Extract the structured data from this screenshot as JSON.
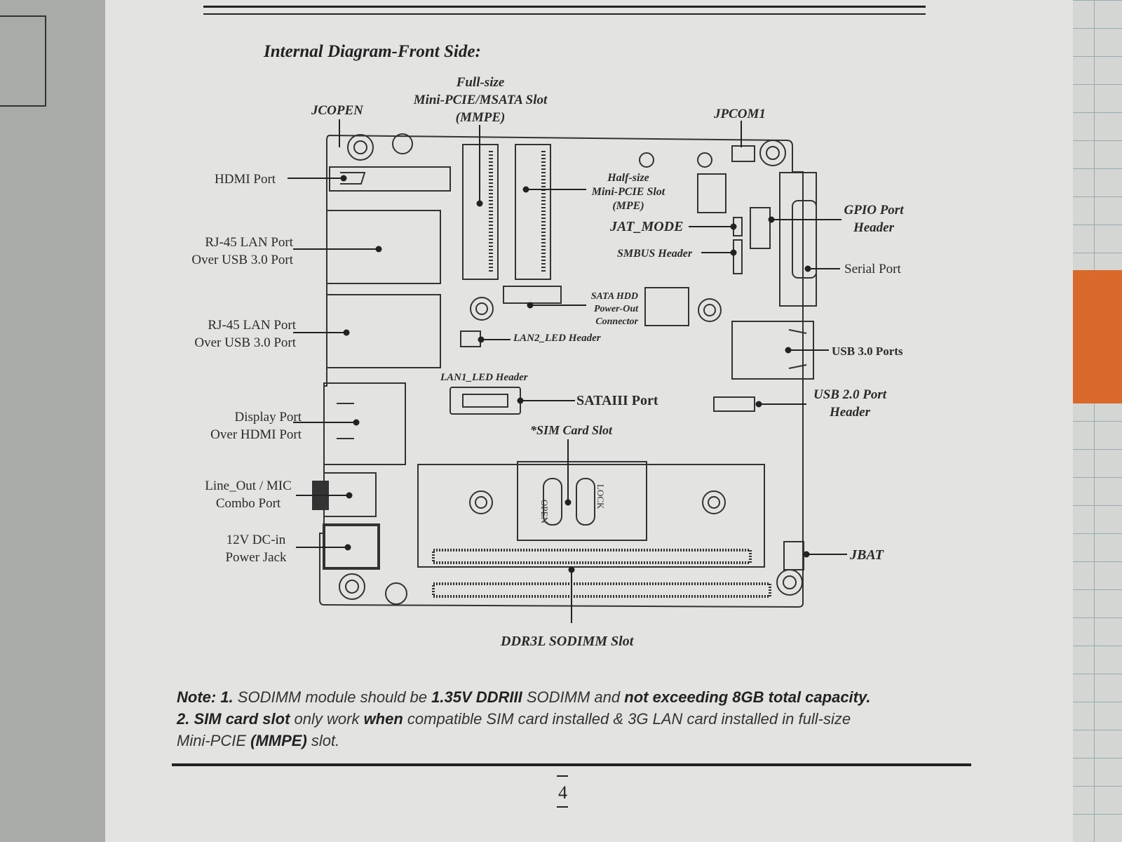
{
  "title": "Internal Diagram-Front Side:",
  "labels": {
    "full_size_1": "Full-size",
    "full_size_2": "Mini-PCIE/MSATA Slot",
    "full_size_3": "(MMPE)",
    "jcopen": "JCOPEN",
    "jpcom1": "JPCOM1",
    "hdmi": "HDMI Port",
    "half_size_1": "Half-size",
    "half_size_2": "Mini-PCIE Slot",
    "half_size_3": "(MPE)",
    "gpio_1": "GPIO Port",
    "gpio_2": "Header",
    "jat_mode": "JAT_MODE",
    "smbus": "SMBUS Header",
    "rj45a_1": "RJ-45 LAN Port",
    "rj45a_2": "Over USB 3.0 Port",
    "serial": "Serial Port",
    "sata_hdd_1": "SATA HDD",
    "sata_hdd_2": "Power-Out",
    "sata_hdd_3": "Connector",
    "rj45b_1": "RJ-45 LAN Port",
    "rj45b_2": "Over USB 3.0 Port",
    "lan2": "LAN2_LED Header",
    "usb30": "USB 3.0 Ports",
    "lan1": "LAN1_LED Header",
    "usb20_1": "USB 2.0 Port",
    "usb20_2": "Header",
    "dp_1": "Display Port",
    "dp_2": "Over HDMI Port",
    "sataiii": "SATAIII Port",
    "sim": "*SIM Card Slot",
    "lineout_1": "Line_Out / MIC",
    "lineout_2": "Combo Port",
    "dc_1": "12V DC-in",
    "dc_2": "Power Jack",
    "jbat": "JBAT",
    "ddr3l": "DDR3L SODIMM Slot",
    "open": "OPEN",
    "lock": "LOCK"
  },
  "note": {
    "n1_prefix": "Note: 1.",
    "n1_a": " SODIMM module should be ",
    "n1_b": "1.35V DDRIII",
    "n1_c": " SODIMM and ",
    "n1_d": "not exceeding 8GB total capacity.",
    "n2_prefix": "2.",
    "n2_a": " SIM card slot",
    "n2_b": " only work ",
    "n2_c": "when",
    "n2_d": " compatible SIM card installed & 3G LAN card installed in full-size",
    "n2_e": "Mini-PCIE ",
    "n2_f": "(MMPE)",
    "n2_g": " slot."
  },
  "page_number": "4"
}
